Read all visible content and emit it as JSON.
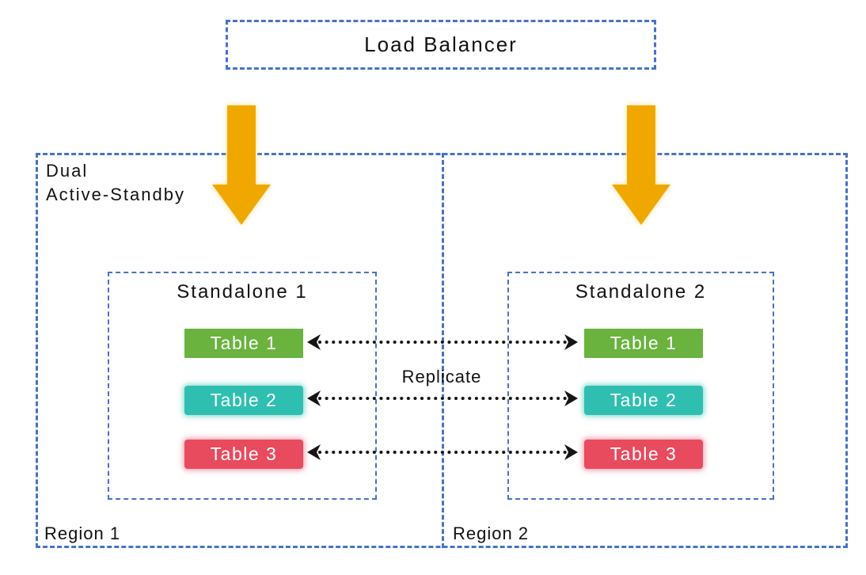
{
  "colors": {
    "dash_blue": "#4573C9",
    "arrow_gold": "#F0A800",
    "arrow_glow": "#FFDF90",
    "dot_black": "#151515",
    "table_text": "#FFFFFF",
    "text": "#111111"
  },
  "load_balancer": {
    "label": "Load Balancer"
  },
  "dual_label": {
    "line1": "Dual",
    "line2": "Active-Standby"
  },
  "replicate_label": "Replicate",
  "regions": [
    {
      "label": "Region 1",
      "standalone": {
        "title": "Standalone 1",
        "tables": [
          {
            "label": "Table 1",
            "color": "#69B33E"
          },
          {
            "label": "Table 2",
            "color": "#2FBFB0"
          },
          {
            "label": "Table 3",
            "color": "#E84A5E"
          }
        ]
      }
    },
    {
      "label": "Region 2",
      "standalone": {
        "title": "Standalone 2",
        "tables": [
          {
            "label": "Table 1",
            "color": "#69B33E"
          },
          {
            "label": "Table 2",
            "color": "#2FBFB0"
          },
          {
            "label": "Table 3",
            "color": "#E84A5E"
          }
        ]
      }
    }
  ]
}
